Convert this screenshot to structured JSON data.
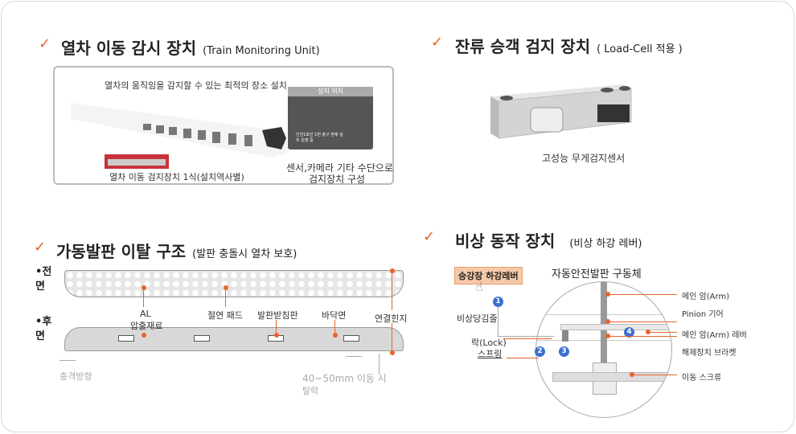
{
  "sections": {
    "train": {
      "title": "열차 이동 감시 장치",
      "subtitle": "(Train Monitoring Unit)",
      "caption_top": "열차의 움직임을 감지할 수 있는 최적의 장소 설치",
      "caption_bottom": "열차 이동 검지장치 1식(설치역사별)",
      "photo_header": "설치 위치",
      "photo_note": "인천1호선 1번 출구 현재 설치 운영 중",
      "caption_right_1": "센서,카메라 기타 수단으로",
      "caption_right_2": "검지장치 구성"
    },
    "loadcell": {
      "title": "잔류 승객 검지 장치",
      "subtitle": "( Load-Cell 적용 )",
      "caption": "고성능 무게검지센서"
    },
    "step": {
      "title": "가동발판 이탈 구조",
      "subtitle": "(발판 충돌시 열차 보호)",
      "front": "전\n면",
      "back": "후\n면",
      "labels": {
        "al": "AL",
        "al2": "압출재료",
        "pad": "절연 패드",
        "support": "발판받침판",
        "floor": "바닥면",
        "hinge": "연결힌지"
      },
      "impact": "충격방향",
      "move_1": "40~50mm  이동 시",
      "move_2": "탈락"
    },
    "emergency": {
      "title": "비상 동작 장치",
      "subtitle": "(비상 하강 레버)",
      "badge": "승강장 하강레버",
      "diagram_title": "자동안전발판 구동체",
      "labels": {
        "pull": "비상당김줄",
        "lock": "락(Lock)",
        "spring": "스프링",
        "main_arm": "메인 암(Arm)",
        "pinion": "Pinion 기어",
        "main_arm_lever": "메인 암(Arm) 레버",
        "bracket": "해제장치 브라켓",
        "screw": "이동 스크류"
      },
      "nums": [
        "1",
        "2",
        "3",
        "4"
      ]
    }
  },
  "colors": {
    "accent": "#e8642a",
    "badge_bg": "#f8c9a8",
    "num": "#3d6fd1"
  }
}
